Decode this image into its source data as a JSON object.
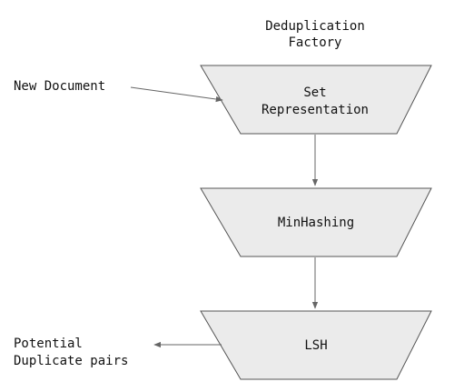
{
  "title": {
    "lines": [
      "Deduplication",
      "Factory"
    ]
  },
  "input_label": "New Document",
  "output_label": {
    "lines": [
      "Potential",
      "Duplicate pairs"
    ]
  },
  "stages": [
    {
      "lines": [
        "Set",
        "Representation"
      ]
    },
    {
      "lines": [
        "MinHashing"
      ]
    },
    {
      "lines": [
        "LSH"
      ]
    }
  ],
  "colors": {
    "stage_fill": "#ebebeb",
    "stroke": "#555555",
    "arrow": "#666666",
    "text": "#111111"
  }
}
